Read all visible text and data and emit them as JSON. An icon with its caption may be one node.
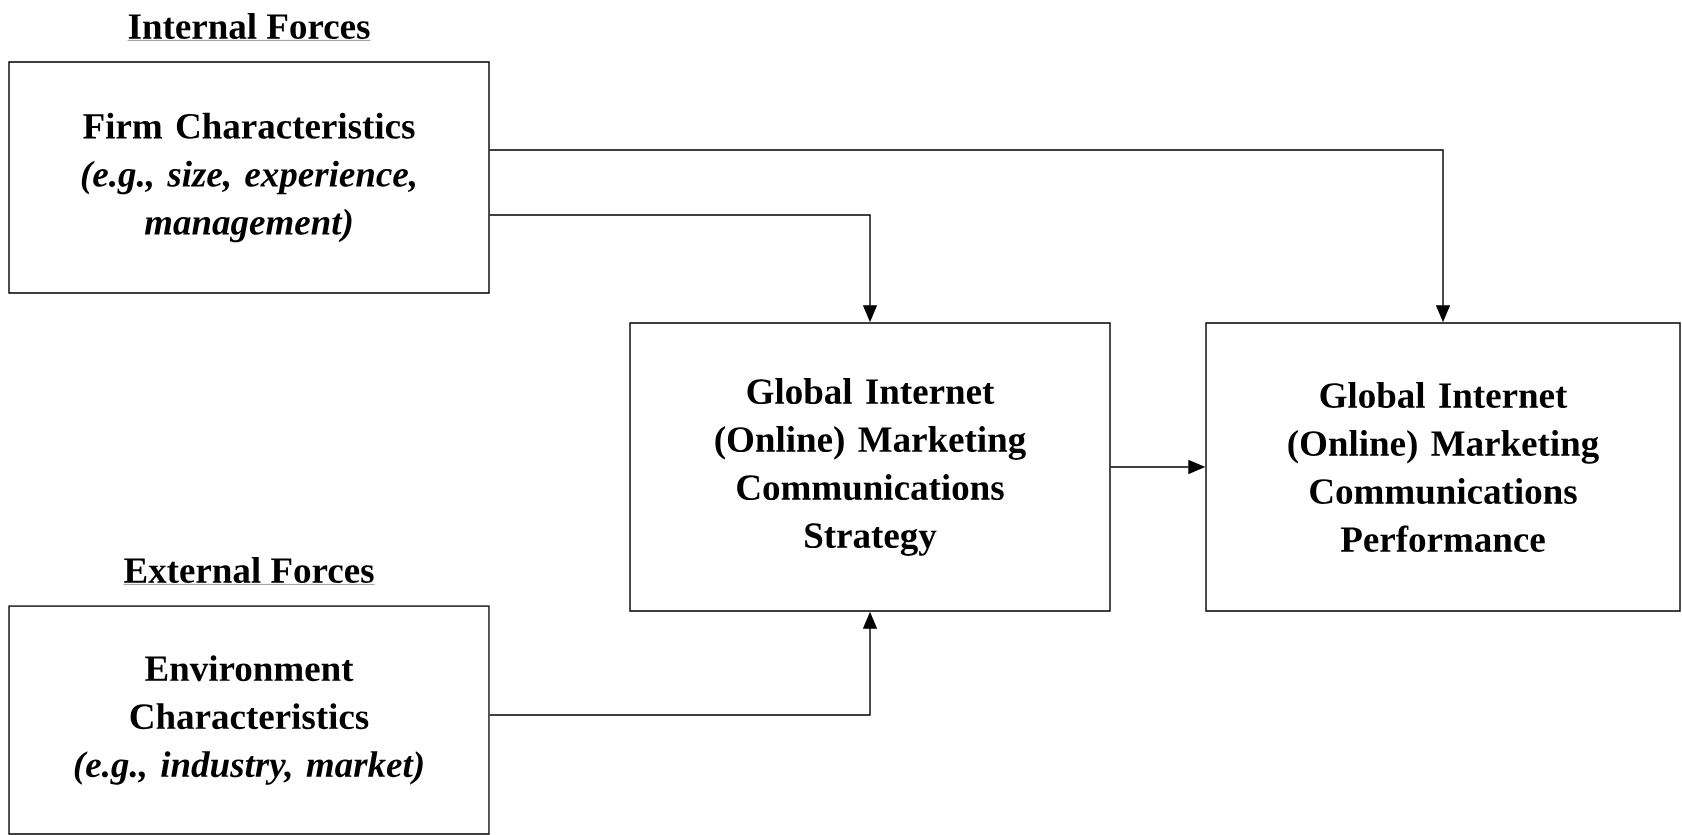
{
  "diagram": {
    "nodes": [
      {
        "text": [
          "Internal Forces",
          "Firm Characteristics",
          "(e.g., size, experience, management)"
        ]
      },
      {
        "text": [
          "External Forces",
          "Environment Characteristics",
          "(e.g., industry, market)"
        ]
      },
      {
        "text": [
          "Global Internet (Online) Marketing Communications Strategy"
        ]
      },
      {
        "text": [
          "Global Internet (Online) Marketing Communications Performance"
        ]
      }
    ],
    "edges": [
      {
        "from": 0,
        "to": 2,
        "arrow": "to"
      },
      {
        "from": 0,
        "to": 3,
        "arrow": "to"
      },
      {
        "from": 1,
        "to": 2,
        "arrow": "to"
      },
      {
        "from": 2,
        "to": 3,
        "arrow": "to"
      }
    ]
  }
}
